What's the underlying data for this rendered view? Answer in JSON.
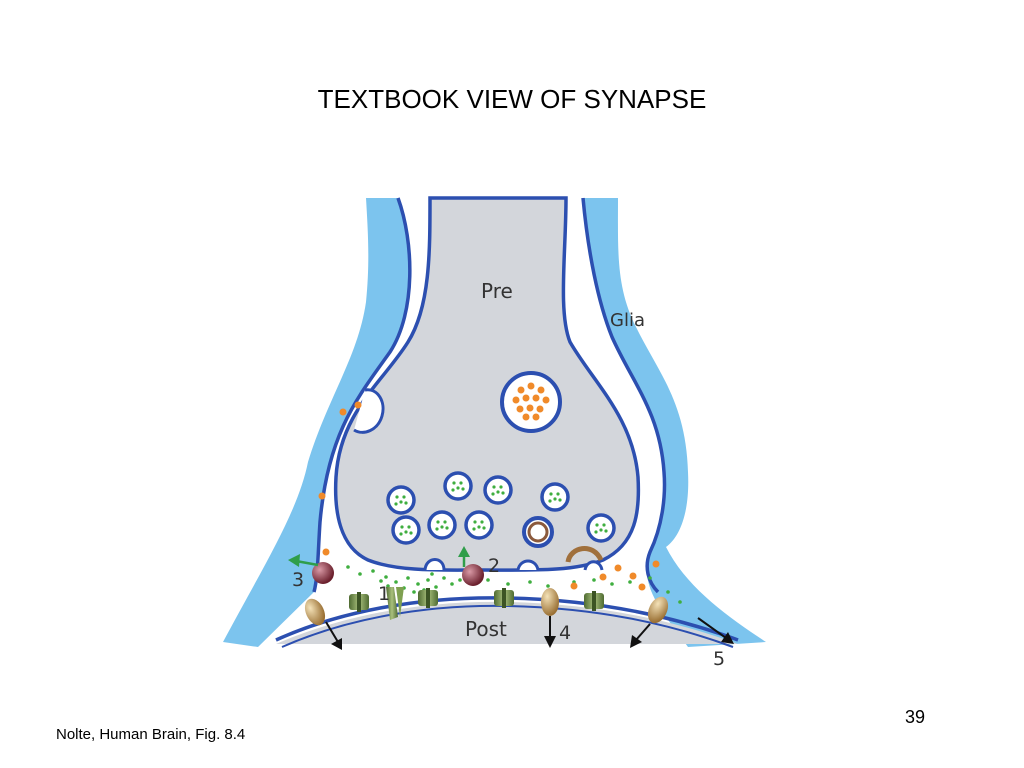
{
  "slide": {
    "title": "TEXTBOOK VIEW OF SYNAPSE",
    "number": "39",
    "citation": "Nolte, Human Brain, Fig. 8.4"
  },
  "diagram": {
    "labels": {
      "pre": "Pre",
      "glia": "Glia",
      "post": "Post"
    },
    "markers": [
      "1",
      "2",
      "3",
      "4",
      "5"
    ],
    "colors": {
      "glia": "#7cc4ee",
      "cytoplasm": "#d3d6db",
      "membrane": "#2c4fb0",
      "neurotransmitter": "#f08a2a",
      "vesicle_content": "#3fae3f",
      "receptor": "#6e8a48",
      "transporter": "#c89a55",
      "enzyme": "#7a2c38"
    }
  }
}
